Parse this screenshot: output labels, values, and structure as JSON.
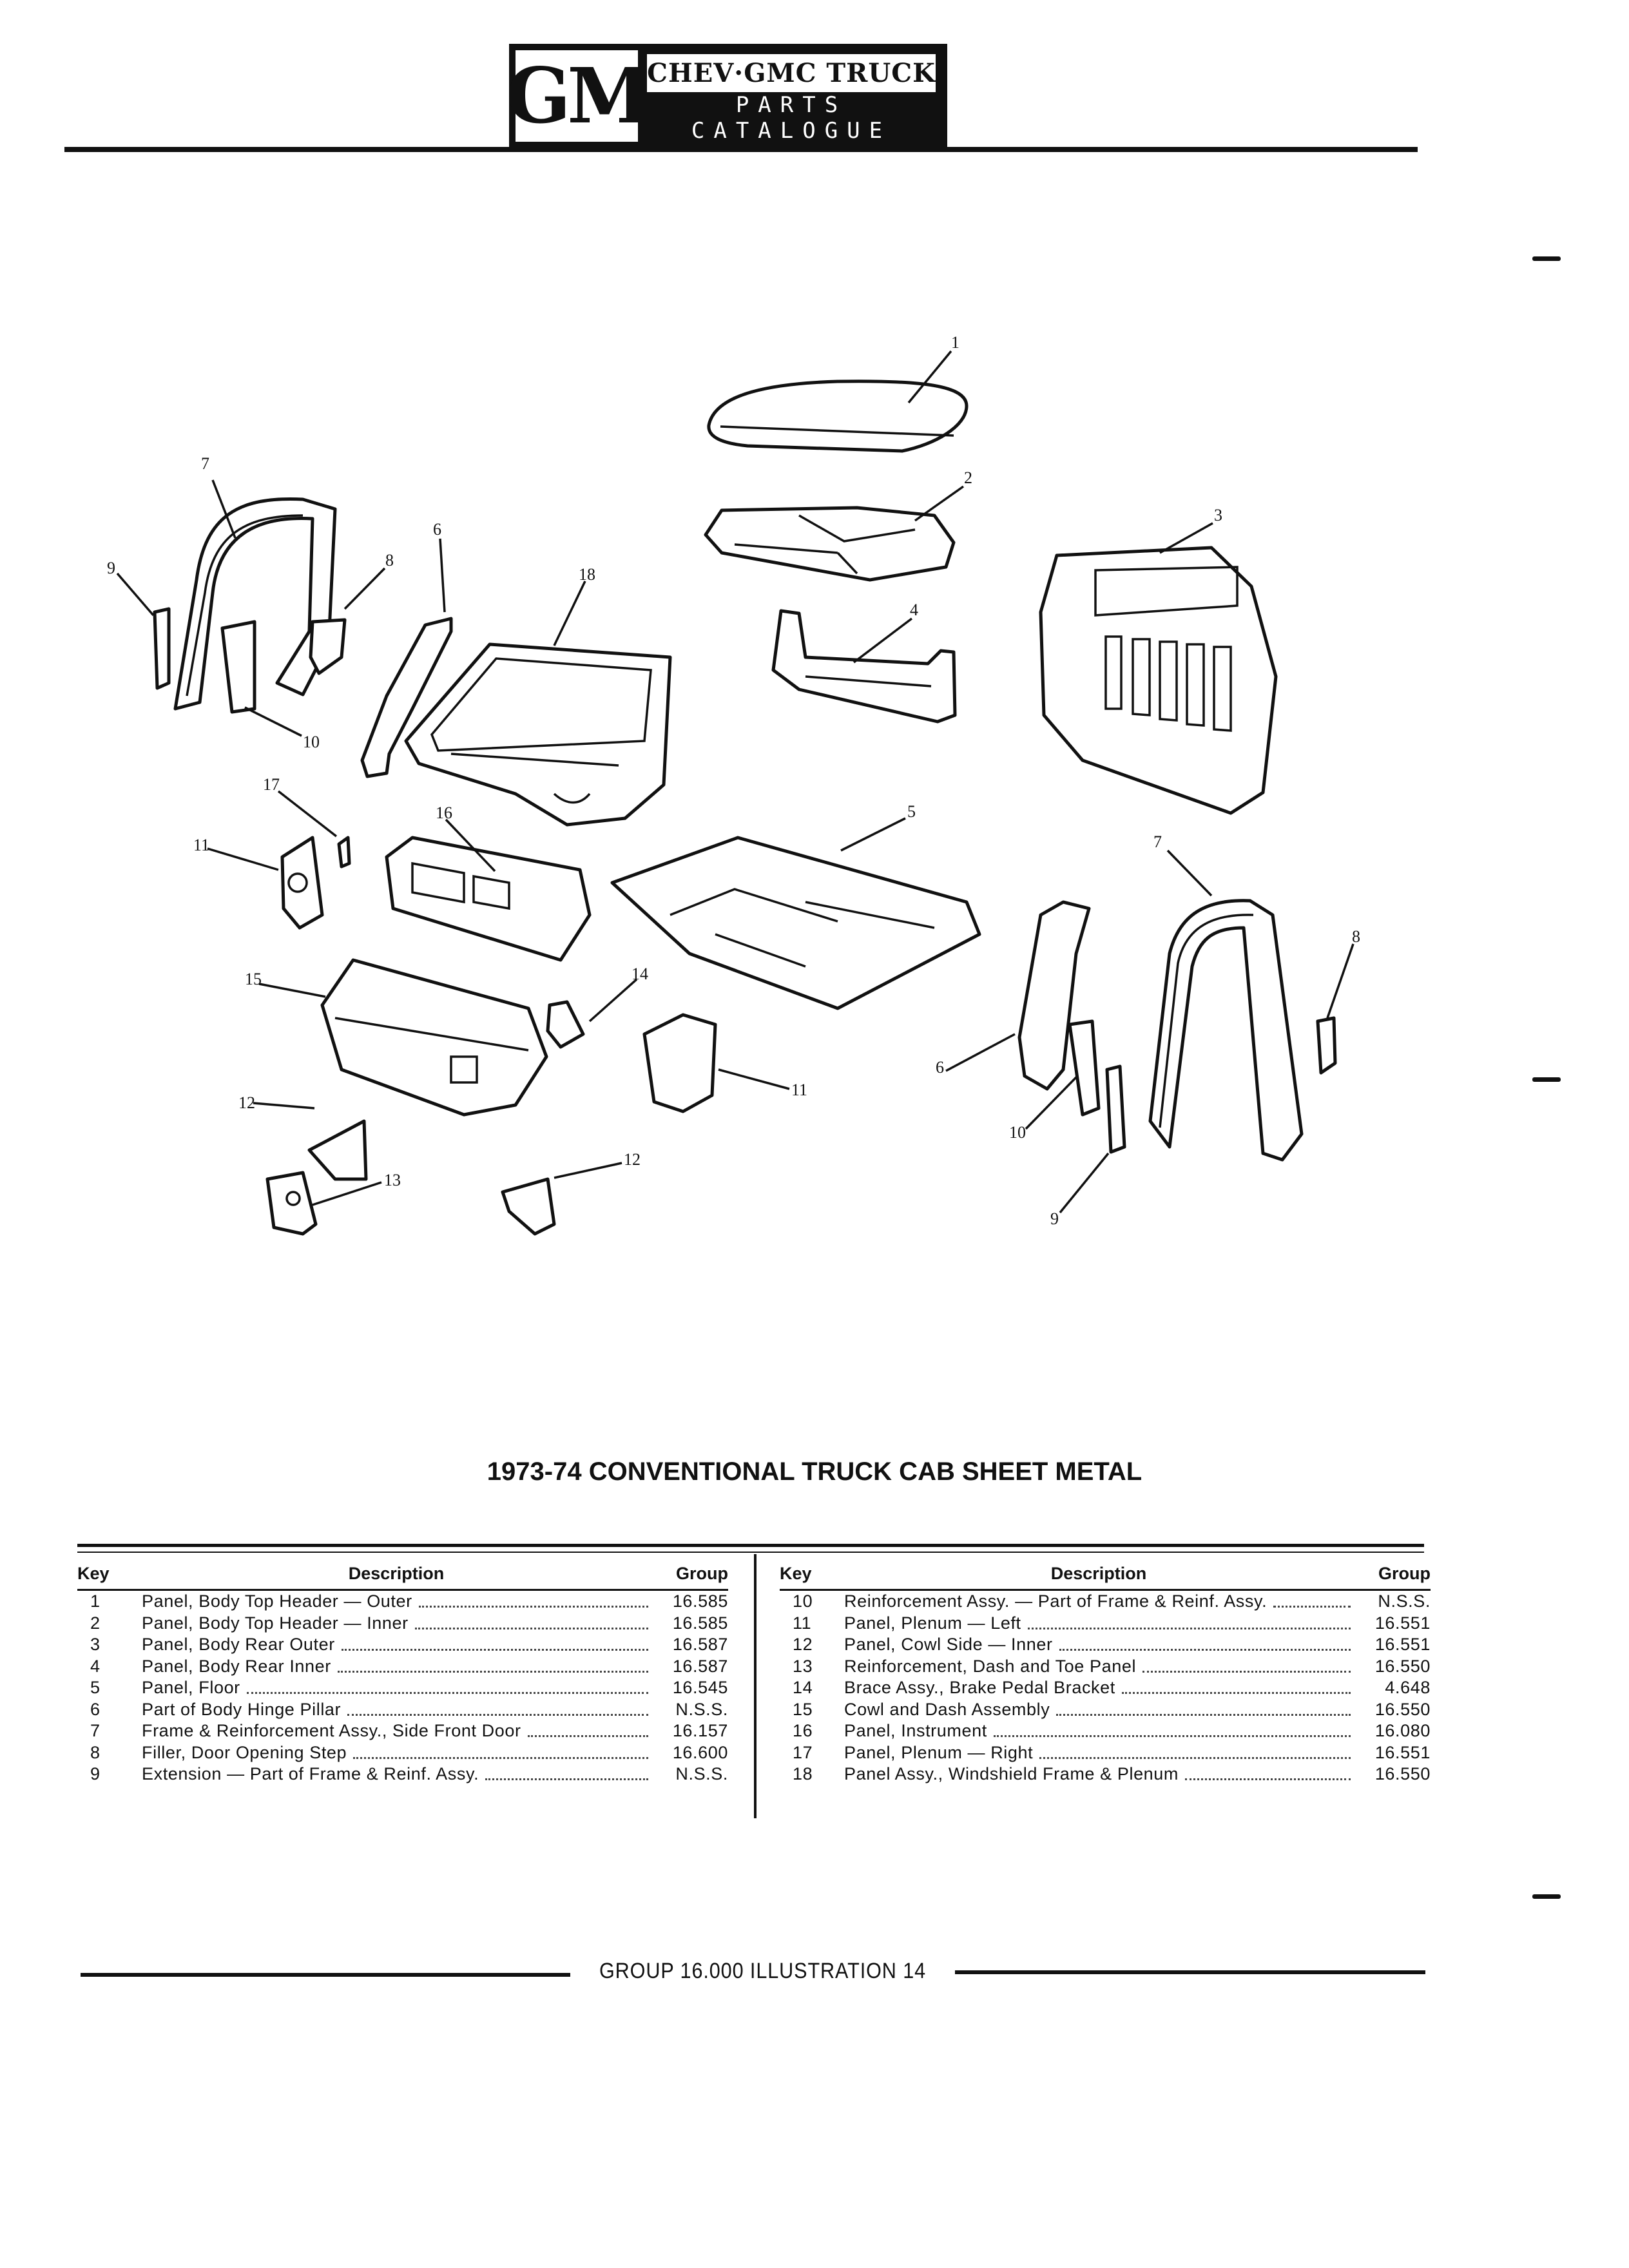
{
  "header": {
    "logo_mark": "GM",
    "logo_top": "CHEV·GMC TRUCK",
    "logo_bottom": "PARTS CATALOGUE"
  },
  "diagram": {
    "callouts": [
      "1",
      "2",
      "3",
      "4",
      "5",
      "6",
      "7",
      "8",
      "9",
      "10",
      "11",
      "12",
      "13",
      "14",
      "15",
      "16",
      "17",
      "18",
      "7",
      "8",
      "9",
      "10",
      "11",
      "12",
      "6"
    ]
  },
  "title": "1973-74 CONVENTIONAL TRUCK CAB SHEET METAL",
  "table": {
    "headers": {
      "key": "Key",
      "description": "Description",
      "group": "Group"
    },
    "left_rows": [
      {
        "key": "1",
        "description": "Panel, Body Top Header — Outer",
        "group": "16.585"
      },
      {
        "key": "2",
        "description": "Panel, Body Top Header — Inner",
        "group": "16.585"
      },
      {
        "key": "3",
        "description": "Panel, Body Rear Outer",
        "group": "16.587"
      },
      {
        "key": "4",
        "description": "Panel, Body Rear Inner",
        "group": "16.587"
      },
      {
        "key": "5",
        "description": "Panel, Floor",
        "group": "16.545"
      },
      {
        "key": "6",
        "description": "Part of Body Hinge Pillar",
        "group": "N.S.S."
      },
      {
        "key": "7",
        "description": "Frame & Reinforcement Assy., Side Front Door",
        "group": "16.157"
      },
      {
        "key": "8",
        "description": "Filler, Door Opening Step",
        "group": "16.600"
      },
      {
        "key": "9",
        "description": "Extension — Part of Frame & Reinf. Assy.",
        "group": "N.S.S."
      }
    ],
    "right_rows": [
      {
        "key": "10",
        "description": "Reinforcement Assy. — Part of Frame & Reinf. Assy.",
        "group": "N.S.S."
      },
      {
        "key": "11",
        "description": "Panel, Plenum — Left",
        "group": "16.551"
      },
      {
        "key": "12",
        "description": "Panel, Cowl Side — Inner",
        "group": "16.551"
      },
      {
        "key": "13",
        "description": "Reinforcement, Dash and Toe Panel",
        "group": "16.550"
      },
      {
        "key": "14",
        "description": "Brace Assy., Brake Pedal Bracket",
        "group": "4.648"
      },
      {
        "key": "15",
        "description": "Cowl and Dash Assembly",
        "group": "16.550"
      },
      {
        "key": "16",
        "description": "Panel, Instrument",
        "group": "16.080"
      },
      {
        "key": "17",
        "description": "Panel, Plenum — Right",
        "group": "16.551"
      },
      {
        "key": "18",
        "description": "Panel Assy., Windshield Frame & Plenum",
        "group": "16.550"
      }
    ]
  },
  "footer": "GROUP 16.000 ILLUSTRATION 14"
}
